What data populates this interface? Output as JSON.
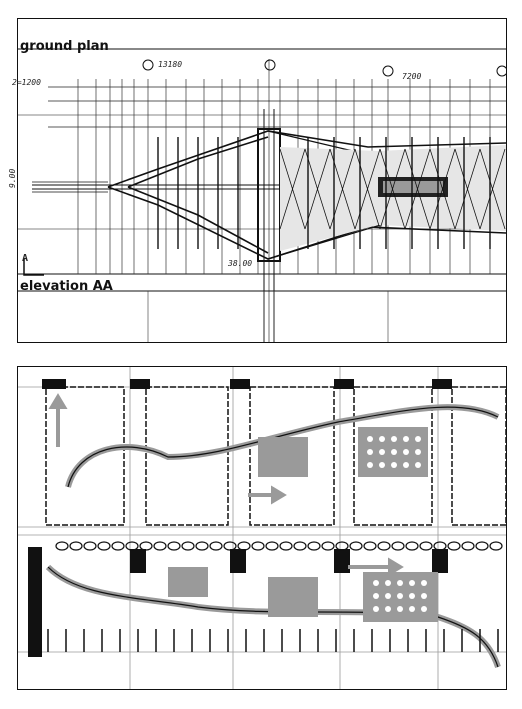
{
  "top_panel": {
    "title": "ground plan",
    "section_title": "elevation AA",
    "section_mark": "A",
    "dimensions": {
      "overall": "13180",
      "right_span": "7200",
      "left_scale": "2=1200",
      "side": "9.00",
      "bottom": "38.00"
    }
  },
  "colors": {
    "ink": "#111111",
    "grey_tone": "#9a9a9a",
    "light_grey": "#e6e6e6",
    "paper": "#ffffff"
  }
}
